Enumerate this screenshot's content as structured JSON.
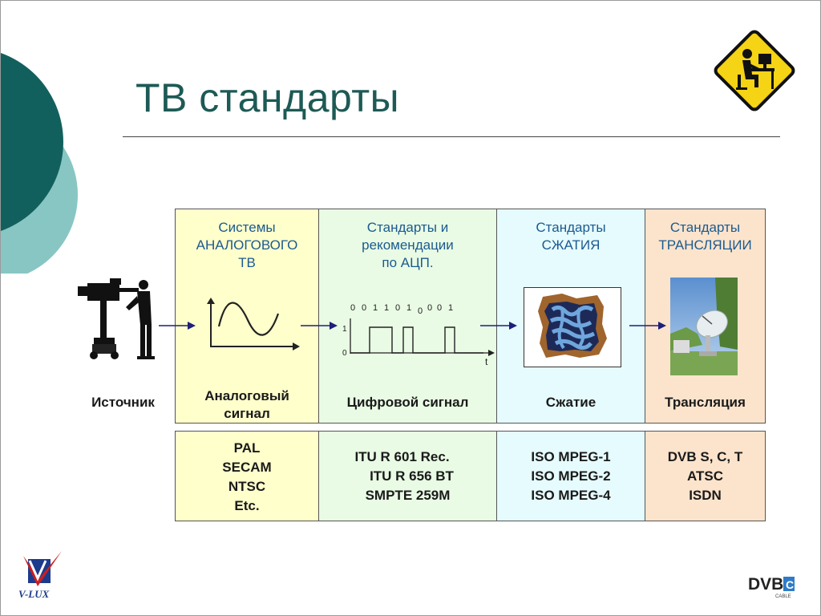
{
  "title": "ТВ стандарты",
  "columns": [
    {
      "heading": [
        "Системы",
        "АНАЛОГОВОГО",
        "ТВ"
      ],
      "caption": "Аналоговый сигнал",
      "standards": [
        "PAL",
        "SECAM",
        "NTSC",
        "Etc."
      ],
      "color": "#ffffcc"
    },
    {
      "heading": [
        "Стандарты и",
        "рекомендации",
        "по АЦП."
      ],
      "caption": "Цифровой сигнал",
      "standards": [
        "ITU R 601 Rec.",
        "ITU R 656 BT",
        "SMPTE 259M"
      ],
      "color": "#e9fbe4"
    },
    {
      "heading": [
        "Стандарты",
        "СЖАТИЯ"
      ],
      "caption": "Сжатие",
      "standards": [
        "ISO MPEG-1",
        "ISO MPEG-2",
        "ISO MPEG-4"
      ],
      "color": "#e6fbfd"
    },
    {
      "heading": [
        "Стандарты",
        "ТРАНСЛЯЦИИ"
      ],
      "caption": "Трансляция",
      "standards": [
        "DVB S, C, T",
        "ATSC",
        "ISDN"
      ],
      "color": "#fce4cc"
    }
  ],
  "source_label": "Источник",
  "digital_bits": [
    "0",
    "0",
    "1",
    "1",
    "0",
    "1",
    "0",
    "0",
    "0",
    "1"
  ],
  "axis_labels": {
    "one": "1",
    "zero": "0",
    "time": "t"
  },
  "logos": {
    "vlux": "V-LUX",
    "dvb": "DVB",
    "dvb_sub": "CABLE"
  },
  "colors": {
    "title": "#1d5a55",
    "heading": "#1c5a90",
    "circle_dark": "#12605e",
    "circle_light": "#88c6c4",
    "arrow": "#1f1f7a",
    "sign": "#f5d315"
  }
}
